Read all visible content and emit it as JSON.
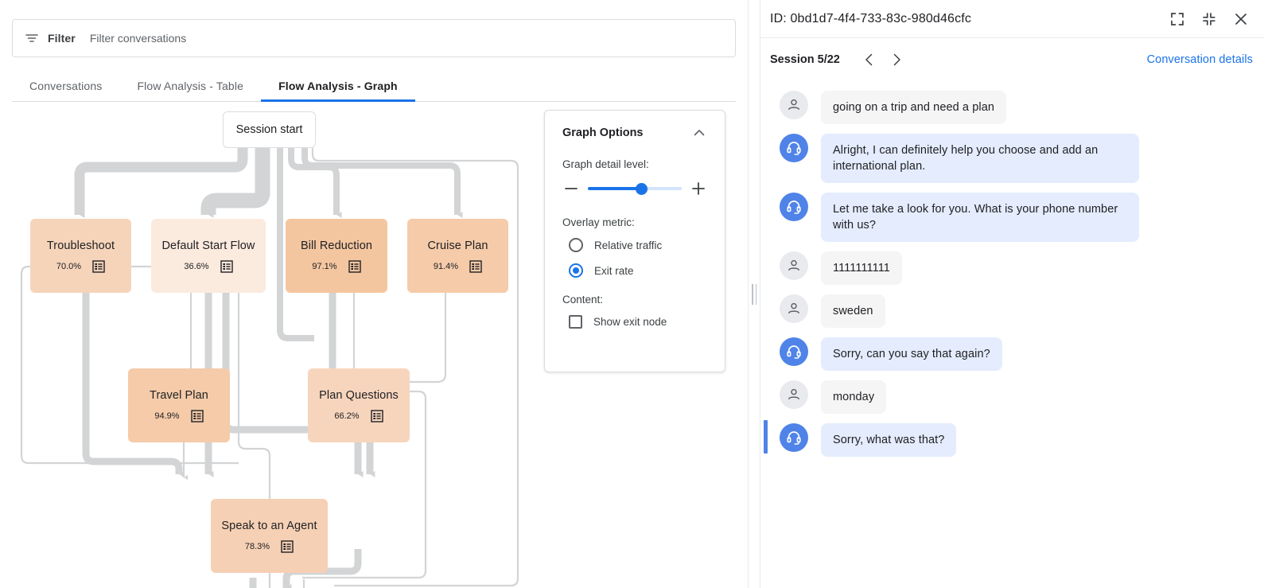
{
  "filter": {
    "icon": "filter-icon",
    "label": "Filter",
    "placeholder": "Filter conversations",
    "value": ""
  },
  "tabs": [
    {
      "label": "Conversations",
      "active": false
    },
    {
      "label": "Flow Analysis - Table",
      "active": false
    },
    {
      "label": "Flow Analysis - Graph",
      "active": true
    }
  ],
  "graph": {
    "session_start_label": "Session start",
    "nodes": [
      {
        "id": "troubleshoot",
        "label": "Troubleshoot",
        "percent": "70.0%",
        "color": "#f6d4ba"
      },
      {
        "id": "default_start",
        "label": "Default Start Flow",
        "percent": "36.6%",
        "color": "#fbeade"
      },
      {
        "id": "bill_reduction",
        "label": "Bill Reduction",
        "percent": "97.1%",
        "color": "#f4c6a0"
      },
      {
        "id": "cruise_plan",
        "label": "Cruise Plan",
        "percent": "91.4%",
        "color": "#f5cba9"
      },
      {
        "id": "travel_plan",
        "label": "Travel Plan",
        "percent": "94.9%",
        "color": "#f5cba9"
      },
      {
        "id": "plan_questions",
        "label": "Plan Questions",
        "percent": "66.2%",
        "color": "#f7d5bd"
      },
      {
        "id": "speak_agent",
        "label": "Speak to an Agent",
        "percent": "78.3%",
        "color": "#f6d0b4"
      }
    ],
    "edge_color": "#d3d4d5"
  },
  "graph_options": {
    "title": "Graph Options",
    "detail_level_label": "Graph detail level:",
    "detail_level_value": 57,
    "decrease_label": "−",
    "increase_label": "+",
    "overlay_metric_label": "Overlay metric:",
    "overlay_options": [
      {
        "label": "Relative traffic",
        "selected": false
      },
      {
        "label": "Exit rate",
        "selected": true
      }
    ],
    "content_label": "Content:",
    "show_exit_node": {
      "label": "Show exit node",
      "checked": false
    }
  },
  "right_panel": {
    "id_text": "ID: 0bd1d7-4f4-733-83c-980d46cfc",
    "expand_icon": "expand-icon",
    "collapse_icon": "collapse-icon",
    "close_icon": "close-icon",
    "session_label": "Session 5/22",
    "prev_icon": "chevron-left-icon",
    "next_icon": "chevron-right-icon",
    "conversation_details_label": "Conversation details",
    "accent_color": "#1a73e8",
    "messages": [
      {
        "role": "user",
        "text": "going on a trip and need a plan",
        "highlight": false
      },
      {
        "role": "agent",
        "text": "Alright, I can definitely help you choose and add an international plan.",
        "highlight": false
      },
      {
        "role": "agent",
        "text": "Let me take a look for you. What is your phone number with us?",
        "highlight": false
      },
      {
        "role": "user",
        "text": "1111111111",
        "highlight": false
      },
      {
        "role": "user",
        "text": "sweden",
        "highlight": false
      },
      {
        "role": "agent",
        "text": "Sorry, can you say that again?",
        "highlight": false
      },
      {
        "role": "user",
        "text": "monday",
        "highlight": false
      },
      {
        "role": "agent",
        "text": "Sorry, what was that?",
        "highlight": true
      }
    ]
  }
}
